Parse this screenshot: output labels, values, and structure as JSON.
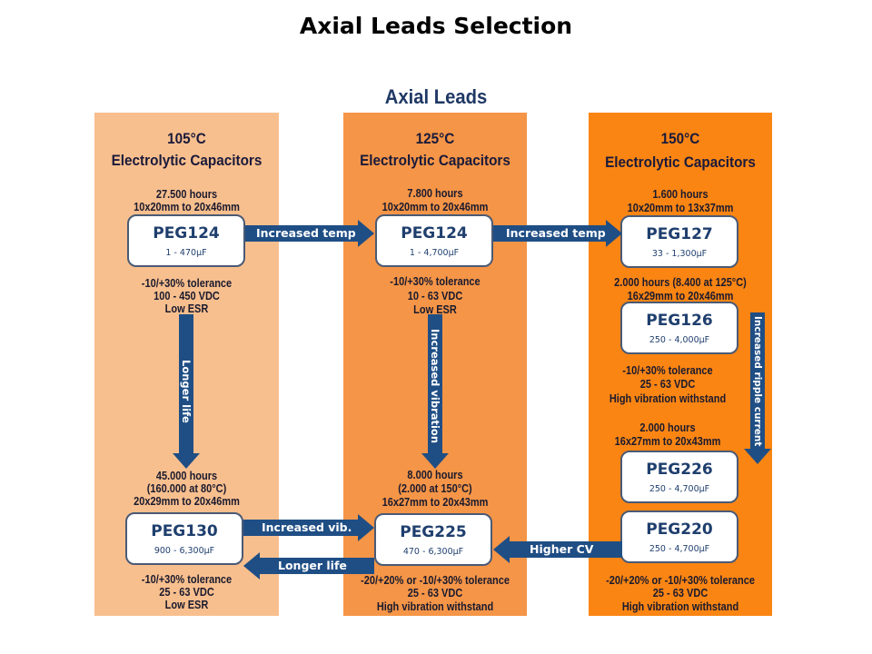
{
  "title": "Axial Leads Selection",
  "section_title": "Axial Leads",
  "colors": {
    "col_105": "#f8bf8e",
    "col_125": "#f59547",
    "col_150": "#fb8513",
    "arrow": "#1f4e85",
    "model_text": "#1f3f6e"
  },
  "columns": [
    {
      "temp": "105°C",
      "label": "Electrolytic Capacitors",
      "top_spec": {
        "life": "27.500 hours",
        "size": "10x20mm to 20x46mm"
      },
      "top_box": {
        "model": "PEG124",
        "range": "1 - 470µF"
      },
      "top_after": {
        "tolerance": "-10/+30% tolerance",
        "voltage": "100 - 450 VDC",
        "feature": "Low ESR"
      },
      "bottom_spec": {
        "life": "45.000 hours",
        "note": "(160.000 at 80°C)",
        "size": "20x29mm to 20x46mm"
      },
      "bottom_box": {
        "model": "PEG130",
        "range": "900 - 6,300µF"
      },
      "bottom_after": {
        "tolerance": "-10/+30% tolerance",
        "voltage": "25 - 63 VDC",
        "feature": "Low ESR"
      }
    },
    {
      "temp": "125°C",
      "label": "Electrolytic Capacitors",
      "top_spec": {
        "life": "7.800 hours",
        "size": "10x20mm to 20x46mm"
      },
      "top_box": {
        "model": "PEG124",
        "range": "1 - 4,700µF"
      },
      "top_after": {
        "tolerance": "-10/+30% tolerance",
        "voltage": "10 - 63 VDC",
        "feature": "Low ESR"
      },
      "bottom_spec": {
        "life": "8.000 hours",
        "note": "(2.000 at 150°C)",
        "size": "16x27mm to 20x43mm"
      },
      "bottom_box": {
        "model": "PEG225",
        "range": "470 - 6,300µF"
      },
      "bottom_after": {
        "tolerance": "-20/+20% or -10/+30% tolerance",
        "voltage": "25 - 63 VDC",
        "feature": "High vibration withstand"
      }
    },
    {
      "temp": "150°C",
      "label": "Electrolytic Capacitors",
      "top_spec": {
        "life": "1.600 hours",
        "size": "10x20mm to 13x37mm"
      },
      "top_box": {
        "model": "PEG127",
        "range": "33 - 1,300µF"
      },
      "mid_spec": {
        "life": "2.000 hours (8.400 at 125°C)",
        "size": "16x29mm to 20x46mm"
      },
      "mid_box": {
        "model": "PEG126",
        "range": "250 - 4,000µF"
      },
      "mid_after": {
        "tolerance": "-10/+30% tolerance",
        "voltage": "25 - 63 VDC",
        "feature": "High vibration withstand"
      },
      "low_spec": {
        "life": "2.000 hours",
        "size": "16x27mm to 20x43mm"
      },
      "low_box": {
        "model": "PEG226",
        "range": "250 - 4,700µF"
      },
      "bottom_box": {
        "model": "PEG220",
        "range": "250 - 4,700µF"
      },
      "bottom_after": {
        "tolerance": "-20/+20% or -10/+30% tolerance",
        "voltage": "25 - 63 VDC",
        "feature": "High vibration withstand"
      }
    }
  ],
  "arrows": {
    "temp_1": "Increased temp",
    "temp_2": "Increased temp",
    "longer_life_down": "Longer life",
    "vibration_down": "Increased vibration",
    "ripple_down": "Increased ripple current",
    "vib_right": "Increased vib.",
    "longer_life_left": "Longer life",
    "higher_cv": "Higher CV"
  }
}
